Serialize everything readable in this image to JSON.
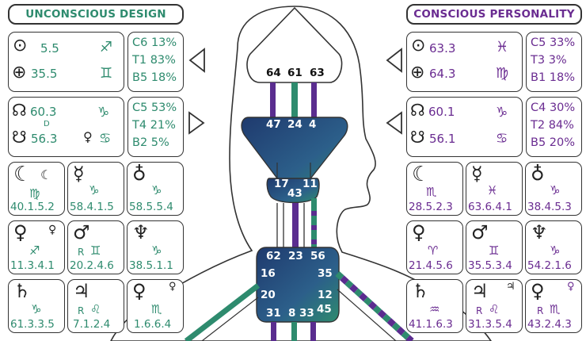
{
  "colors": {
    "design": "#2e8b6e",
    "personality": "#6a2c91",
    "center_dark": "#1f3a6e",
    "center_mid": "#2c5f8a",
    "outline": "#333333"
  },
  "design": {
    "title": "UNCONSCIOUS DESIGN",
    "sun": {
      "icon": "sun-icon",
      "value": "5.5",
      "sign": "♐"
    },
    "earth": {
      "icon": "earth-icon",
      "value": "35.5",
      "sign": "♊"
    },
    "variables_top": [
      "C6 13%",
      "T1 83%",
      "B5 18%"
    ],
    "north_node": {
      "icon": "north-node-icon",
      "value": "60.3",
      "sign": "♑",
      "marker": "D"
    },
    "south_node": {
      "icon": "south-node-icon",
      "value": "56.3",
      "sign": "♋",
      "extra": "♀"
    },
    "variables_bottom": [
      "C5 53%",
      "T4 21%",
      "B2 5%"
    ],
    "planets": [
      {
        "name": "moon",
        "icon": "☾",
        "sign": "♍",
        "value": "40.1.5.2"
      },
      {
        "name": "mercury",
        "icon": "☿",
        "sign": "♑",
        "value": "58.4.1.5"
      },
      {
        "name": "earth-planet",
        "icon": "♁",
        "sign": "♑",
        "value": "58.5.5.4"
      },
      {
        "name": "venus",
        "icon": "♀",
        "sign": "♐",
        "value": "11.3.4.1"
      },
      {
        "name": "mars",
        "icon": "♂",
        "sign": "♊",
        "retro": "R",
        "value": "20.2.4.6"
      },
      {
        "name": "neptune",
        "icon": "♆",
        "sign": "♑",
        "value": "38.5.1.1"
      },
      {
        "name": "saturn",
        "icon": "♄",
        "sign": "♑",
        "value": "61.3.3.5"
      },
      {
        "name": "jupiter",
        "icon": "♃",
        "sign": "♌",
        "retro": "R",
        "value": "7.1.2.4"
      },
      {
        "name": "pluto",
        "icon": "♀",
        "sign": "♏",
        "value": "1.6.6.4"
      }
    ]
  },
  "personality": {
    "title": "CONSCIOUS PERSONALITY",
    "sun": {
      "icon": "sun-icon",
      "value": "63.3",
      "sign": "♓"
    },
    "earth": {
      "icon": "earth-icon",
      "value": "64.3",
      "sign": "♍"
    },
    "variables_top": [
      "C5 33%",
      "T3 3%",
      "B1 18%"
    ],
    "north_node": {
      "icon": "north-node-icon",
      "value": "60.1",
      "sign": "♑"
    },
    "south_node": {
      "icon": "south-node-icon",
      "value": "56.1",
      "sign": "♋"
    },
    "variables_bottom": [
      "C4 30%",
      "T2 84%",
      "B5 20%"
    ],
    "planets": [
      {
        "name": "moon",
        "icon": "☾",
        "sign": "♏",
        "value": "28.5.2.3"
      },
      {
        "name": "mercury",
        "icon": "☿",
        "sign": "♓",
        "value": "63.6.4.1"
      },
      {
        "name": "earth-planet",
        "icon": "♁",
        "sign": "♑",
        "value": "38.4.5.3"
      },
      {
        "name": "venus",
        "icon": "♀",
        "sign": "♈",
        "value": "21.4.5.6"
      },
      {
        "name": "mars",
        "icon": "♂",
        "sign": "♊",
        "value": "35.5.3.4"
      },
      {
        "name": "neptune",
        "icon": "♆",
        "sign": "♑",
        "value": "54.2.1.6"
      },
      {
        "name": "saturn",
        "icon": "♄",
        "sign": "♒",
        "value": "41.1.6.3"
      },
      {
        "name": "jupiter",
        "icon": "♃",
        "sign": "♌",
        "retro": "R",
        "value": "31.3.5.4"
      },
      {
        "name": "pluto",
        "icon": "♀",
        "sign": "♏",
        "retro": "R",
        "value": "43.2.4.3"
      }
    ]
  },
  "bodygraph": {
    "head_gates": [
      "64",
      "61",
      "63"
    ],
    "ajna_gates": [
      "47",
      "24",
      "4"
    ],
    "throat_gates": [
      "17",
      "43",
      "11"
    ],
    "g_gates": [
      "62",
      "23",
      "56",
      "16",
      "35",
      "20",
      "12",
      "31",
      "8",
      "33",
      "45"
    ]
  }
}
